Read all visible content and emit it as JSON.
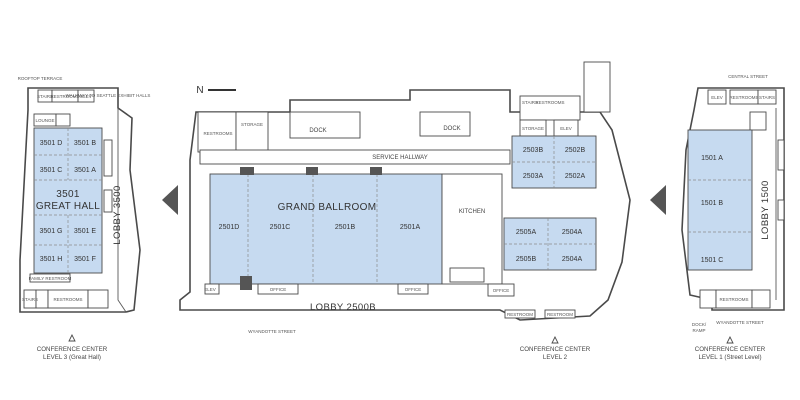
{
  "compass": "N",
  "level3": {
    "caption_line1": "CONFERENCE CENTER",
    "caption_line2": "LEVEL 3 (Great Hall)",
    "great_hall_number": "3501",
    "great_hall_name": "GREAT HALL",
    "lobby": "LOBBY 3500",
    "rooms": [
      "3501 D",
      "3501 B",
      "3501 C",
      "3501 A",
      "3501 G",
      "3501 E",
      "3501 H",
      "3501 F"
    ],
    "labels": {
      "top": "ROOFTOP TERRACE",
      "walkway": "WALKWAY TO SEATTLE EXHIBIT HALLS",
      "restrooms": "RESTROOMS",
      "stairs": "STAIRS",
      "elev": "ELEV",
      "lounge": "LOUNGE",
      "bottom_stairs": "STAIRS",
      "bottom_restrooms": "RESTROOMS",
      "family": "FAMILY RESTROOM"
    }
  },
  "level2": {
    "caption_line1": "CONFERENCE CENTER",
    "caption_line2": "LEVEL 2",
    "ballroom_name": "GRAND BALLROOM",
    "lobby": "LOBBY 2500B",
    "ballroom_rooms": [
      "2501D",
      "2501C",
      "2501B",
      "2501A"
    ],
    "side_rooms": [
      "2503B",
      "2502B",
      "2503A",
      "2502A",
      "2505A",
      "2504A",
      "2505B",
      "2504A"
    ],
    "labels": {
      "service_hallway": "SERVICE HALLWAY",
      "kitchen": "KITCHEN",
      "dock": "DOCK",
      "dock2": "DOCK",
      "storage": "STORAGE",
      "restrooms": "RESTROOMS",
      "storage2": "STORAGE",
      "elev": "ELEV",
      "stairs": "STAIRS",
      "restrooms2": "RESTROOMS",
      "office": "OFFICE",
      "office2": "OFFICE",
      "office3": "OFFICE",
      "elev2": "ELEV",
      "restroom_bottom": "RESTROOM",
      "restroom_bottom2": "RESTROOM",
      "street": "WYANDOTTE STREET"
    }
  },
  "level1": {
    "caption_line1": "CONFERENCE CENTER",
    "caption_line2": "LEVEL 1 (Street Level)",
    "lobby": "LOBBY 1500",
    "rooms": [
      "1501 A",
      "1501 B",
      "1501 C"
    ],
    "labels": {
      "central_street": "CENTRAL STREET",
      "restrooms": "RESTROOMS",
      "stairs": "STAIRS",
      "elev": "ELEV",
      "dock": "DOCK/",
      "ramp": "RAMP",
      "street": "WYANDOTTE STREET",
      "restrooms2": "RESTROOMS"
    }
  },
  "colors": {
    "room_fill": "#c6daf0",
    "wall": "#4a4a4a",
    "arrow": "#555555"
  }
}
